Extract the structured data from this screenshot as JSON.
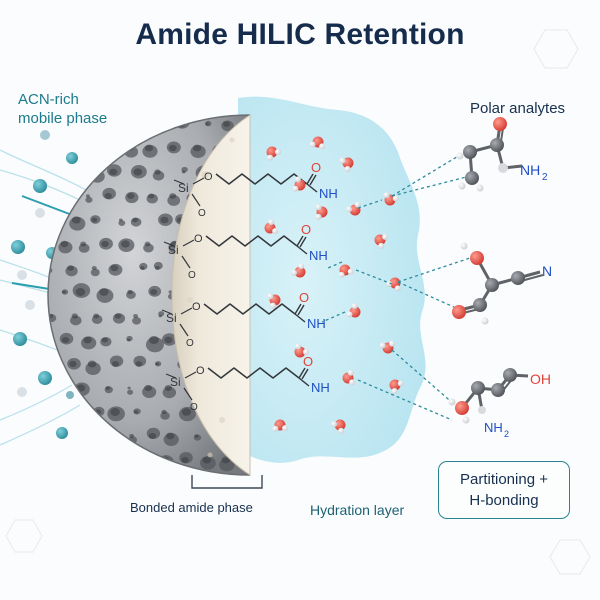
{
  "title": "Amide HILIC Retention",
  "labels": {
    "mobile_phase": [
      "ACN-rich",
      "mobile phase"
    ],
    "polar_analytes": "Polar analytes",
    "bonded_phase": "Bonded amide phase",
    "hydration_layer": "Hydration layer",
    "mechanism": [
      "Partitioning +",
      "H-bonding"
    ]
  },
  "chem": {
    "si": "Si",
    "o": "O",
    "nh": "NH",
    "nh2": "NH",
    "sub2": "2",
    "cn": "N",
    "oh": "OH"
  },
  "colors": {
    "title": "#162c4d",
    "accent_teal": "#1c7b8c",
    "oxygen": "#e0443c",
    "nitrogen": "#1f4fc4",
    "water_layer": "#bfe7f2",
    "carbon": "#6b6e73"
  }
}
